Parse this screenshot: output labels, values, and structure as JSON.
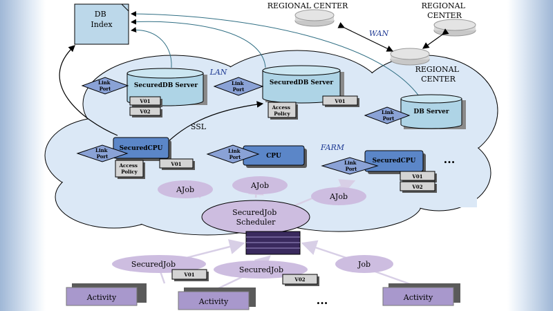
{
  "db_index": "DB\nIndex",
  "regional_center_1": "REGIONAL CENTER",
  "regional_center_2": "REGIONAL\nCENTER",
  "regional_center_3": "REGIONAL\nCENTER",
  "wan": "WAN",
  "lan": "LAN",
  "farm": "FARM",
  "ssl": "SSL",
  "link_port": "Link\nPort",
  "secured_db_server": "SecuredDB Server",
  "db_server": "DB Server",
  "secured_cpu": "SecuredCPU",
  "cpu": "CPU",
  "access_policy": "Access\nPolicy",
  "v01": "V01",
  "v02": "V02",
  "ajob": "AJob",
  "scheduler": "SecuredJob\nScheduler",
  "secured_job": "SecuredJob",
  "job": "Job",
  "activity": "Activity",
  "ellipsis": "...",
  "colors": {
    "cloud": "#dbe8f6",
    "cylinder": "#aed4e6",
    "box_blue": "#5b86c8",
    "diamond": "#8aa2d6",
    "ellipse_purple": "#cdbde0",
    "activity": "#a898cc",
    "tag_grey": "#d4d4d4"
  }
}
